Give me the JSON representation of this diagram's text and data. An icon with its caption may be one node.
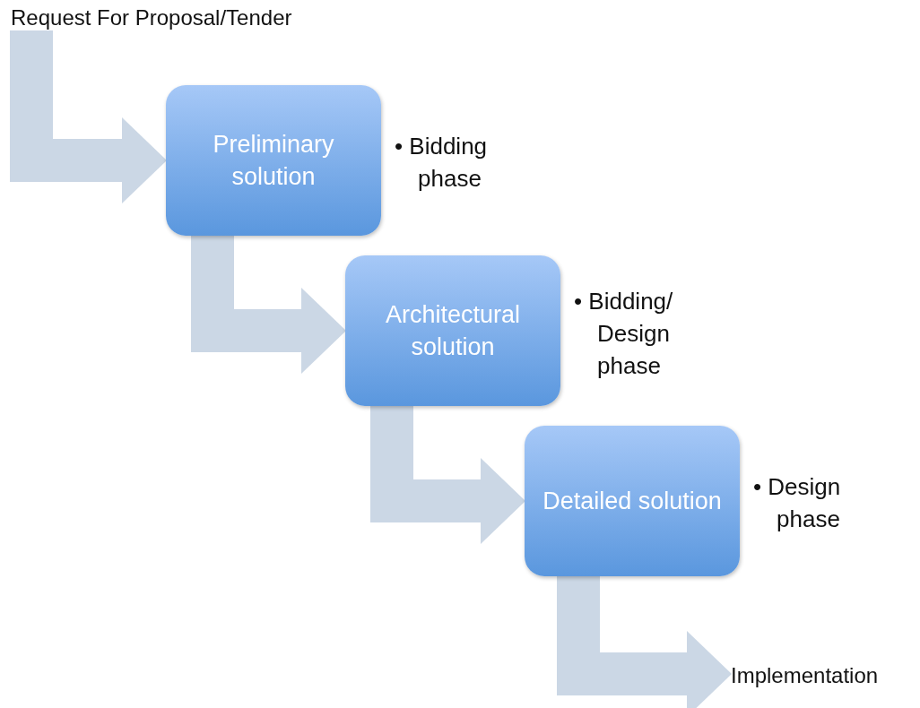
{
  "diagram": {
    "nodes": [
      {
        "text": [
          "Request For Proposal/Tender"
        ]
      },
      {
        "text": [
          "Preliminary solution"
        ],
        "beside": [
          "• Bidding phase"
        ]
      },
      {
        "text": [
          "Architectural solution"
        ],
        "beside": [
          "• Bidding/ Design phase"
        ]
      },
      {
        "text": [
          "Detailed solution"
        ],
        "beside": [
          "• Design phase"
        ]
      },
      {
        "text": [
          "Implementation"
        ]
      }
    ],
    "edges": [
      {
        "from": 0,
        "to": 1,
        "arrow": "to"
      },
      {
        "from": 1,
        "to": 2,
        "arrow": "to"
      },
      {
        "from": 2,
        "to": 3,
        "arrow": "to"
      },
      {
        "from": 3,
        "to": 4,
        "arrow": "to"
      }
    ]
  }
}
